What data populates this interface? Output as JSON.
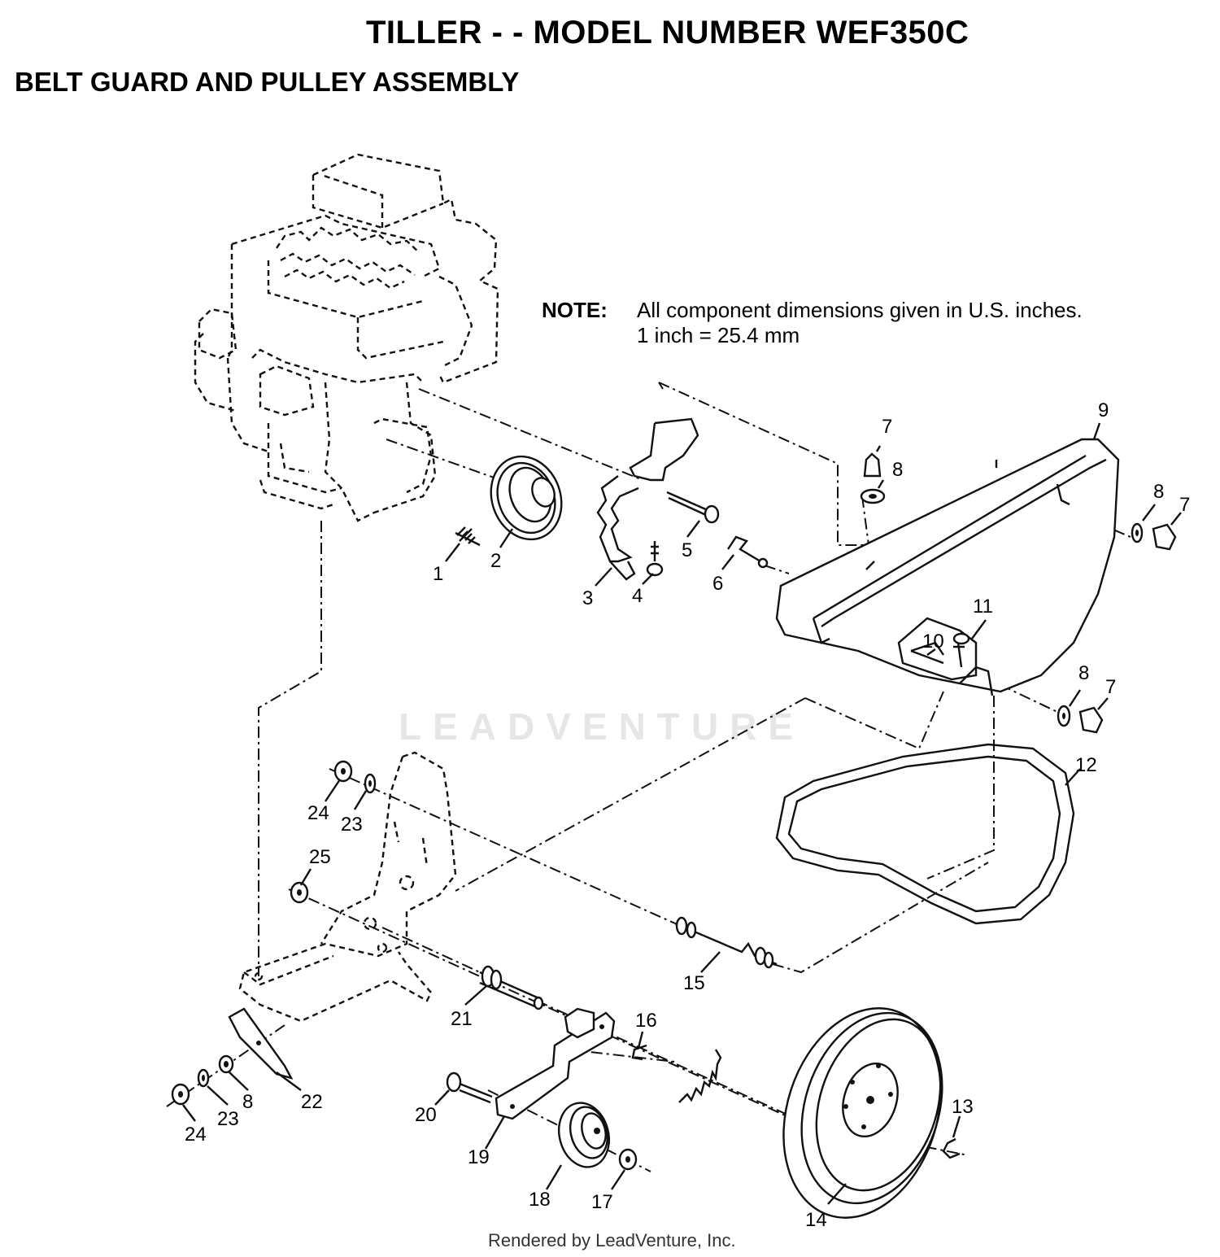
{
  "header": {
    "title": "TILLER - - MODEL NUMBER WEF350C",
    "subtitle": "BELT GUARD AND PULLEY ASSEMBLY"
  },
  "note": {
    "label": "NOTE:",
    "line1": "All component dimensions given in U.S. inches.",
    "line2": "1 inch = 25.4 mm"
  },
  "callouts": {
    "c1": "1",
    "c2": "2",
    "c3": "3",
    "c4": "4",
    "c5": "5",
    "c6": "6",
    "c7a": "7",
    "c7b": "7",
    "c7c": "7",
    "c8a": "8",
    "c8b": "8",
    "c8c": "8",
    "c8d": "8",
    "c9": "9",
    "c10": "10",
    "c11": "11",
    "c12": "12",
    "c13": "13",
    "c14": "14",
    "c15": "15",
    "c16": "16",
    "c17": "17",
    "c18": "18",
    "c19": "19",
    "c20": "20",
    "c21": "21",
    "c22": "22",
    "c23a": "23",
    "c23b": "23",
    "c24a": "24",
    "c24b": "24",
    "c25": "25"
  },
  "watermark": "LEADVENTURE",
  "footer": "Rendered by LeadVenture, Inc."
}
